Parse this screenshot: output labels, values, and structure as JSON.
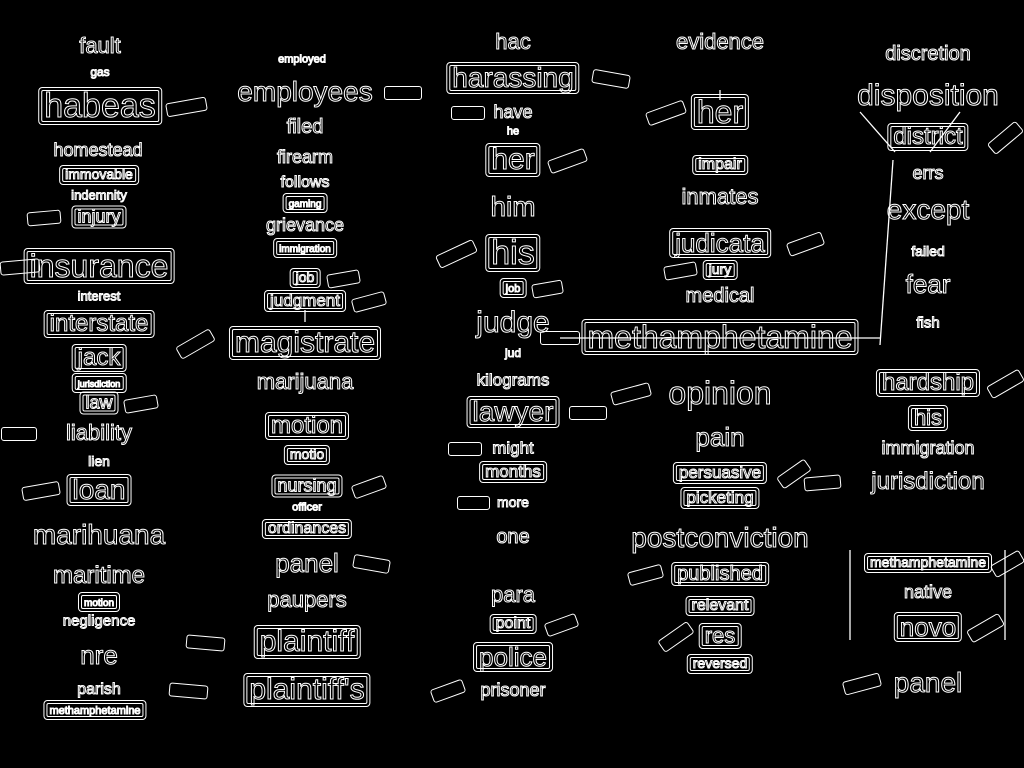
{
  "columns": {
    "col1": [
      {
        "id": "fault",
        "text": "fault"
      },
      {
        "id": "gas",
        "text": "gas"
      },
      {
        "id": "habeas",
        "text": "habeas"
      },
      {
        "id": "homestead",
        "text": "homestead"
      },
      {
        "id": "immovable",
        "text": "immovable"
      },
      {
        "id": "indemnity",
        "text": "indemnity"
      },
      {
        "id": "injury",
        "text": "injury"
      },
      {
        "id": "insurance",
        "text": "insurance"
      },
      {
        "id": "interest",
        "text": "interest"
      },
      {
        "id": "interstate",
        "text": "interstate"
      },
      {
        "id": "jack",
        "text": "jack"
      },
      {
        "id": "jurisdiction-small",
        "text": "jurisdiction"
      },
      {
        "id": "law",
        "text": "law"
      },
      {
        "id": "liability",
        "text": "liability"
      },
      {
        "id": "lien",
        "text": "lien"
      },
      {
        "id": "loan",
        "text": "loan"
      },
      {
        "id": "marihuana",
        "text": "marihuana"
      },
      {
        "id": "maritime",
        "text": "maritime"
      },
      {
        "id": "motion-small",
        "text": "motion"
      },
      {
        "id": "negligence",
        "text": "negligence"
      },
      {
        "id": "nre",
        "text": "nre"
      },
      {
        "id": "parish",
        "text": "parish"
      },
      {
        "id": "methamphetamine-small",
        "text": "methamphetamine"
      }
    ],
    "col2": [
      {
        "id": "employed",
        "text": "employed"
      },
      {
        "id": "employees",
        "text": "employees"
      },
      {
        "id": "filed",
        "text": "filed"
      },
      {
        "id": "firearm",
        "text": "firearm"
      },
      {
        "id": "follows",
        "text": "follows"
      },
      {
        "id": "gaming",
        "text": "gaming"
      },
      {
        "id": "grievance",
        "text": "grievance"
      },
      {
        "id": "immigration-small",
        "text": "immigration"
      },
      {
        "id": "job",
        "text": "job"
      },
      {
        "id": "judgment",
        "text": "judgment"
      },
      {
        "id": "magistrate",
        "text": "magistrate"
      },
      {
        "id": "marijuana",
        "text": "marijuana"
      },
      {
        "id": "motion",
        "text": "motion"
      },
      {
        "id": "motio",
        "text": "motio"
      },
      {
        "id": "nursing",
        "text": "nursing"
      },
      {
        "id": "officer",
        "text": "officer"
      },
      {
        "id": "ordinances",
        "text": "ordinances"
      },
      {
        "id": "panel",
        "text": "panel"
      },
      {
        "id": "paupers",
        "text": "paupers"
      },
      {
        "id": "plaintiff",
        "text": "plaintiff"
      },
      {
        "id": "plaintiffs",
        "text": "plaintiff's"
      }
    ],
    "col3": [
      {
        "id": "hac",
        "text": "hac"
      },
      {
        "id": "harassing",
        "text": "harassing"
      },
      {
        "id": "have",
        "text": "have"
      },
      {
        "id": "he",
        "text": "he"
      },
      {
        "id": "her",
        "text": "her"
      },
      {
        "id": "him",
        "text": "him"
      },
      {
        "id": "his",
        "text": "his"
      },
      {
        "id": "job3",
        "text": "job"
      },
      {
        "id": "judge",
        "text": "judge"
      },
      {
        "id": "jud",
        "text": "jud"
      },
      {
        "id": "kilograms",
        "text": "kilograms"
      },
      {
        "id": "lawyer",
        "text": "lawyer"
      },
      {
        "id": "might",
        "text": "might"
      },
      {
        "id": "months",
        "text": "months"
      },
      {
        "id": "more",
        "text": "more"
      },
      {
        "id": "one",
        "text": "one"
      },
      {
        "id": "para",
        "text": "para"
      },
      {
        "id": "point",
        "text": "point"
      },
      {
        "id": "police",
        "text": "police"
      },
      {
        "id": "prisoner",
        "text": "prisoner"
      }
    ],
    "col4": [
      {
        "id": "evidence",
        "text": "evidence"
      },
      {
        "id": "her4",
        "text": "her"
      },
      {
        "id": "impair",
        "text": "impair"
      },
      {
        "id": "inmates",
        "text": "inmates"
      },
      {
        "id": "judicata",
        "text": "judicata"
      },
      {
        "id": "jury",
        "text": "jury"
      },
      {
        "id": "medical",
        "text": "medical"
      },
      {
        "id": "methamphetamine",
        "text": "methamphetamine"
      },
      {
        "id": "opinion",
        "text": "opinion"
      },
      {
        "id": "pain",
        "text": "pain"
      },
      {
        "id": "persuasive",
        "text": "persuasive"
      },
      {
        "id": "picketing",
        "text": "picketing"
      },
      {
        "id": "postconviction",
        "text": "postconviction"
      },
      {
        "id": "published",
        "text": "published"
      },
      {
        "id": "relevant",
        "text": "relevant"
      },
      {
        "id": "res",
        "text": "res"
      },
      {
        "id": "reversed",
        "text": "reversed"
      }
    ],
    "col5": [
      {
        "id": "discretion",
        "text": "discretion"
      },
      {
        "id": "disposition",
        "text": "disposition"
      },
      {
        "id": "district",
        "text": "district"
      },
      {
        "id": "errs",
        "text": "errs"
      },
      {
        "id": "except",
        "text": "except"
      },
      {
        "id": "failed",
        "text": "failed"
      },
      {
        "id": "fear",
        "text": "fear"
      },
      {
        "id": "fish",
        "text": "fish"
      },
      {
        "id": "hardship",
        "text": "hardship"
      },
      {
        "id": "his5",
        "text": "his"
      },
      {
        "id": "immigration",
        "text": "immigration"
      },
      {
        "id": "jurisdiction",
        "text": "jurisdiction"
      },
      {
        "id": "methamphetamine5",
        "text": "methamphetamine"
      },
      {
        "id": "native",
        "text": "native"
      },
      {
        "id": "novo",
        "text": "novo"
      },
      {
        "id": "panel5",
        "text": "panel"
      }
    ]
  }
}
